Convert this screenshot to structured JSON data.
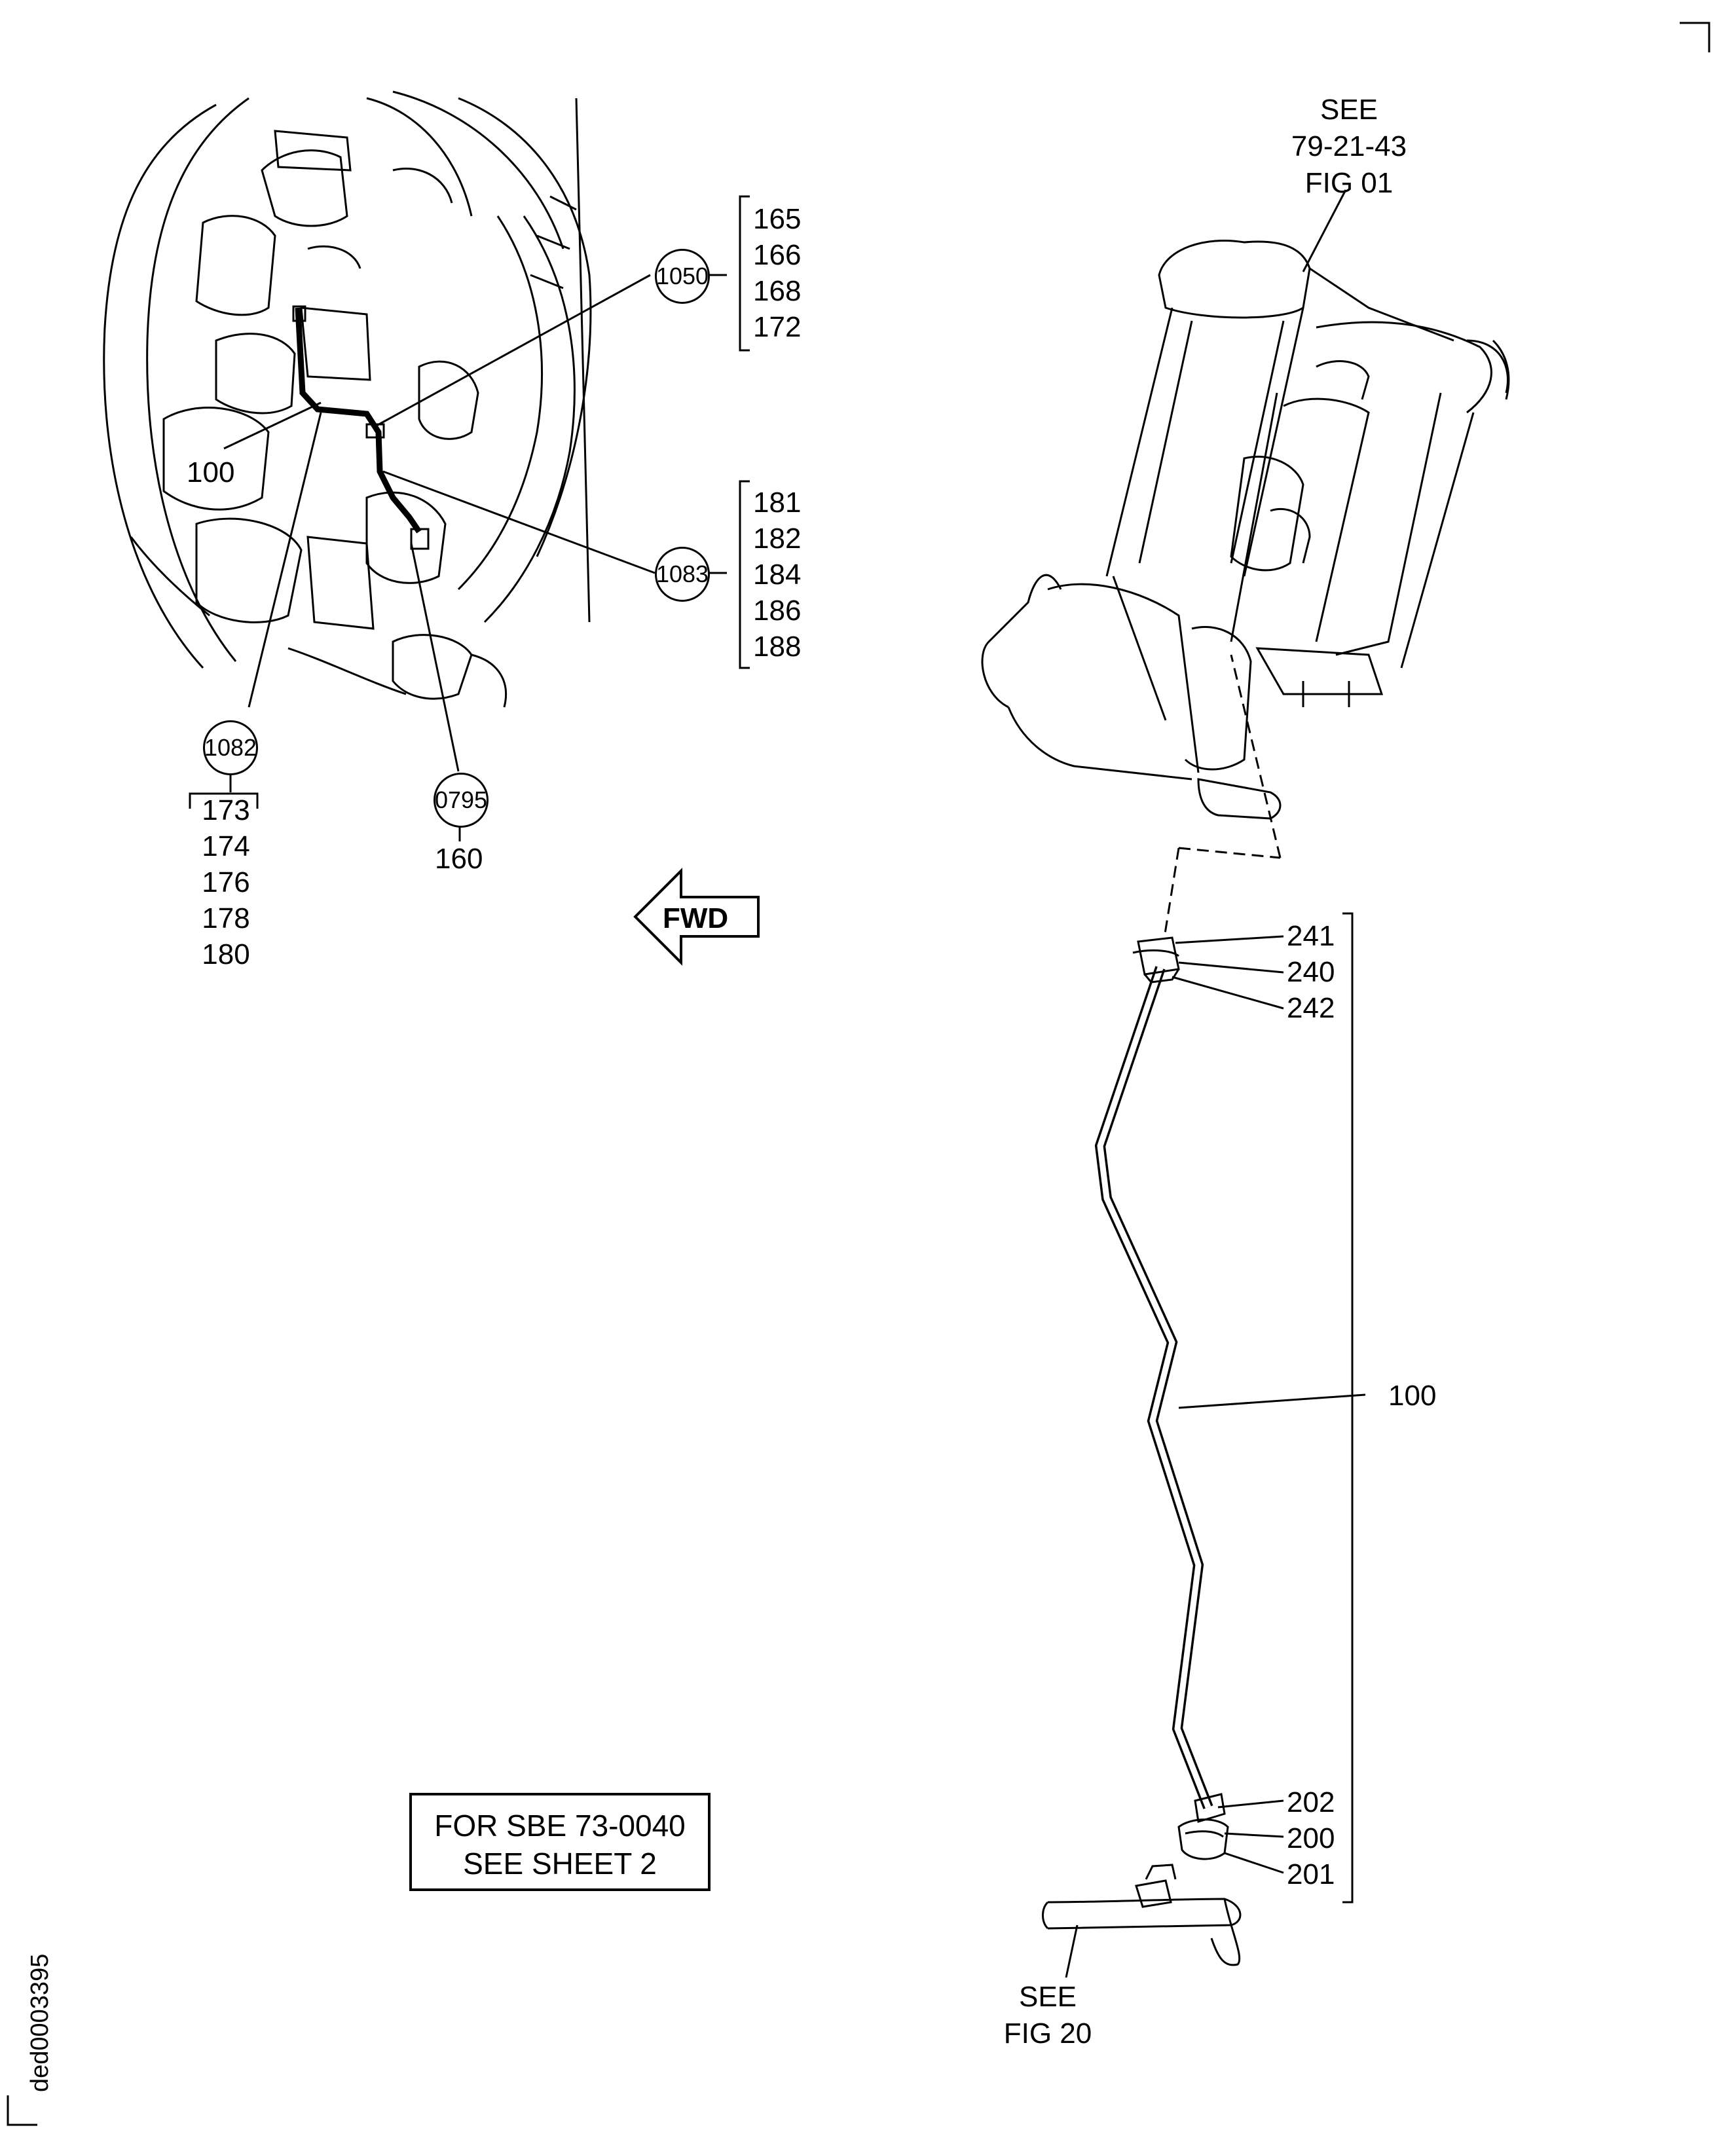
{
  "figure_id": "ded0003395",
  "fwd_label": "FWD",
  "note": {
    "line1": "FOR SBE 73-0040",
    "line2": "SEE SHEET 2"
  },
  "references": {
    "top": {
      "line1": "SEE",
      "line2": "79-21-43",
      "line3": "FIG 01"
    },
    "bottom": {
      "line1": "SEE",
      "line2": "FIG 20"
    }
  },
  "callouts_left": {
    "item_100": "100",
    "bubble_1050": "1050",
    "group_1050": [
      "165",
      "166",
      "168",
      "172"
    ],
    "bubble_1083": "1083",
    "group_1083": [
      "181",
      "182",
      "184",
      "186",
      "188"
    ],
    "bubble_1082": "1082",
    "group_1082": [
      "173",
      "174",
      "176",
      "178",
      "180"
    ],
    "bubble_0795": "0795",
    "item_160": "160"
  },
  "callouts_right": {
    "top_fitting": [
      "241",
      "240",
      "242"
    ],
    "tube": "100",
    "bottom_fitting": [
      "202",
      "200",
      "201"
    ]
  },
  "colors": {
    "ink": "#000000",
    "paper": "#ffffff"
  }
}
